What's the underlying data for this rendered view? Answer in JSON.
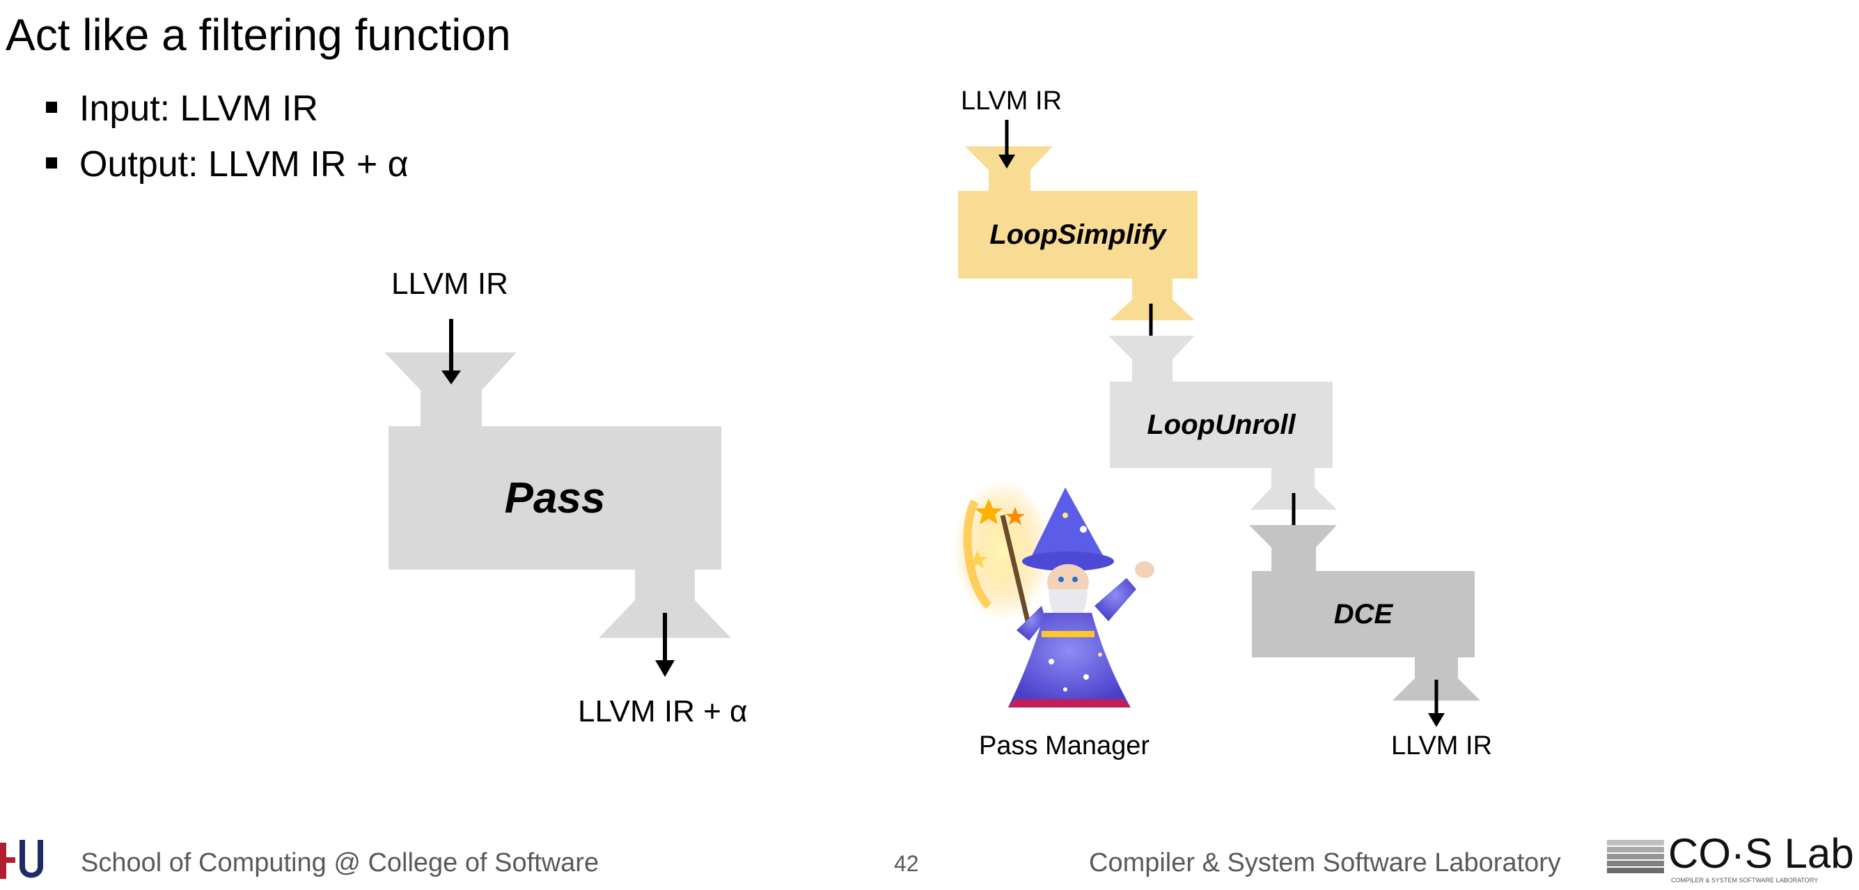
{
  "slide": {
    "title": "Act like a filtering function",
    "bullets": [
      "Input: LLVM IR",
      "Output: LLVM IR + α"
    ]
  },
  "left_diagram": {
    "input_label": "LLVM IR",
    "pass_label": "Pass",
    "output_label": "LLVM IR + α"
  },
  "right_diagram": {
    "input_label": "LLVM IR",
    "passes": [
      {
        "label": "LoopSimplify",
        "color": "#f9dc94"
      },
      {
        "label": "LoopUnroll",
        "color": "#e0e0e0"
      },
      {
        "label": "DCE",
        "color": "#c4c4c4"
      }
    ],
    "output_label": "LLVM IR",
    "manager_label": "Pass Manager",
    "manager_icon": "wizard-icon"
  },
  "footer": {
    "school": "School of Computing @ College of Software",
    "page_number": "42",
    "lab_name": "Compiler & System Software Laboratory",
    "lab_logo_text": "CO·S Lab",
    "lab_logo_subtext": "COMPILER & SYSTEM SOFTWARE LABORATORY",
    "uni_logo": "HU"
  },
  "colors": {
    "left_pass": "#d9d9d9",
    "footer_text": "#595959",
    "university_red": "#b01e2e",
    "university_blue": "#1f2a6b"
  }
}
